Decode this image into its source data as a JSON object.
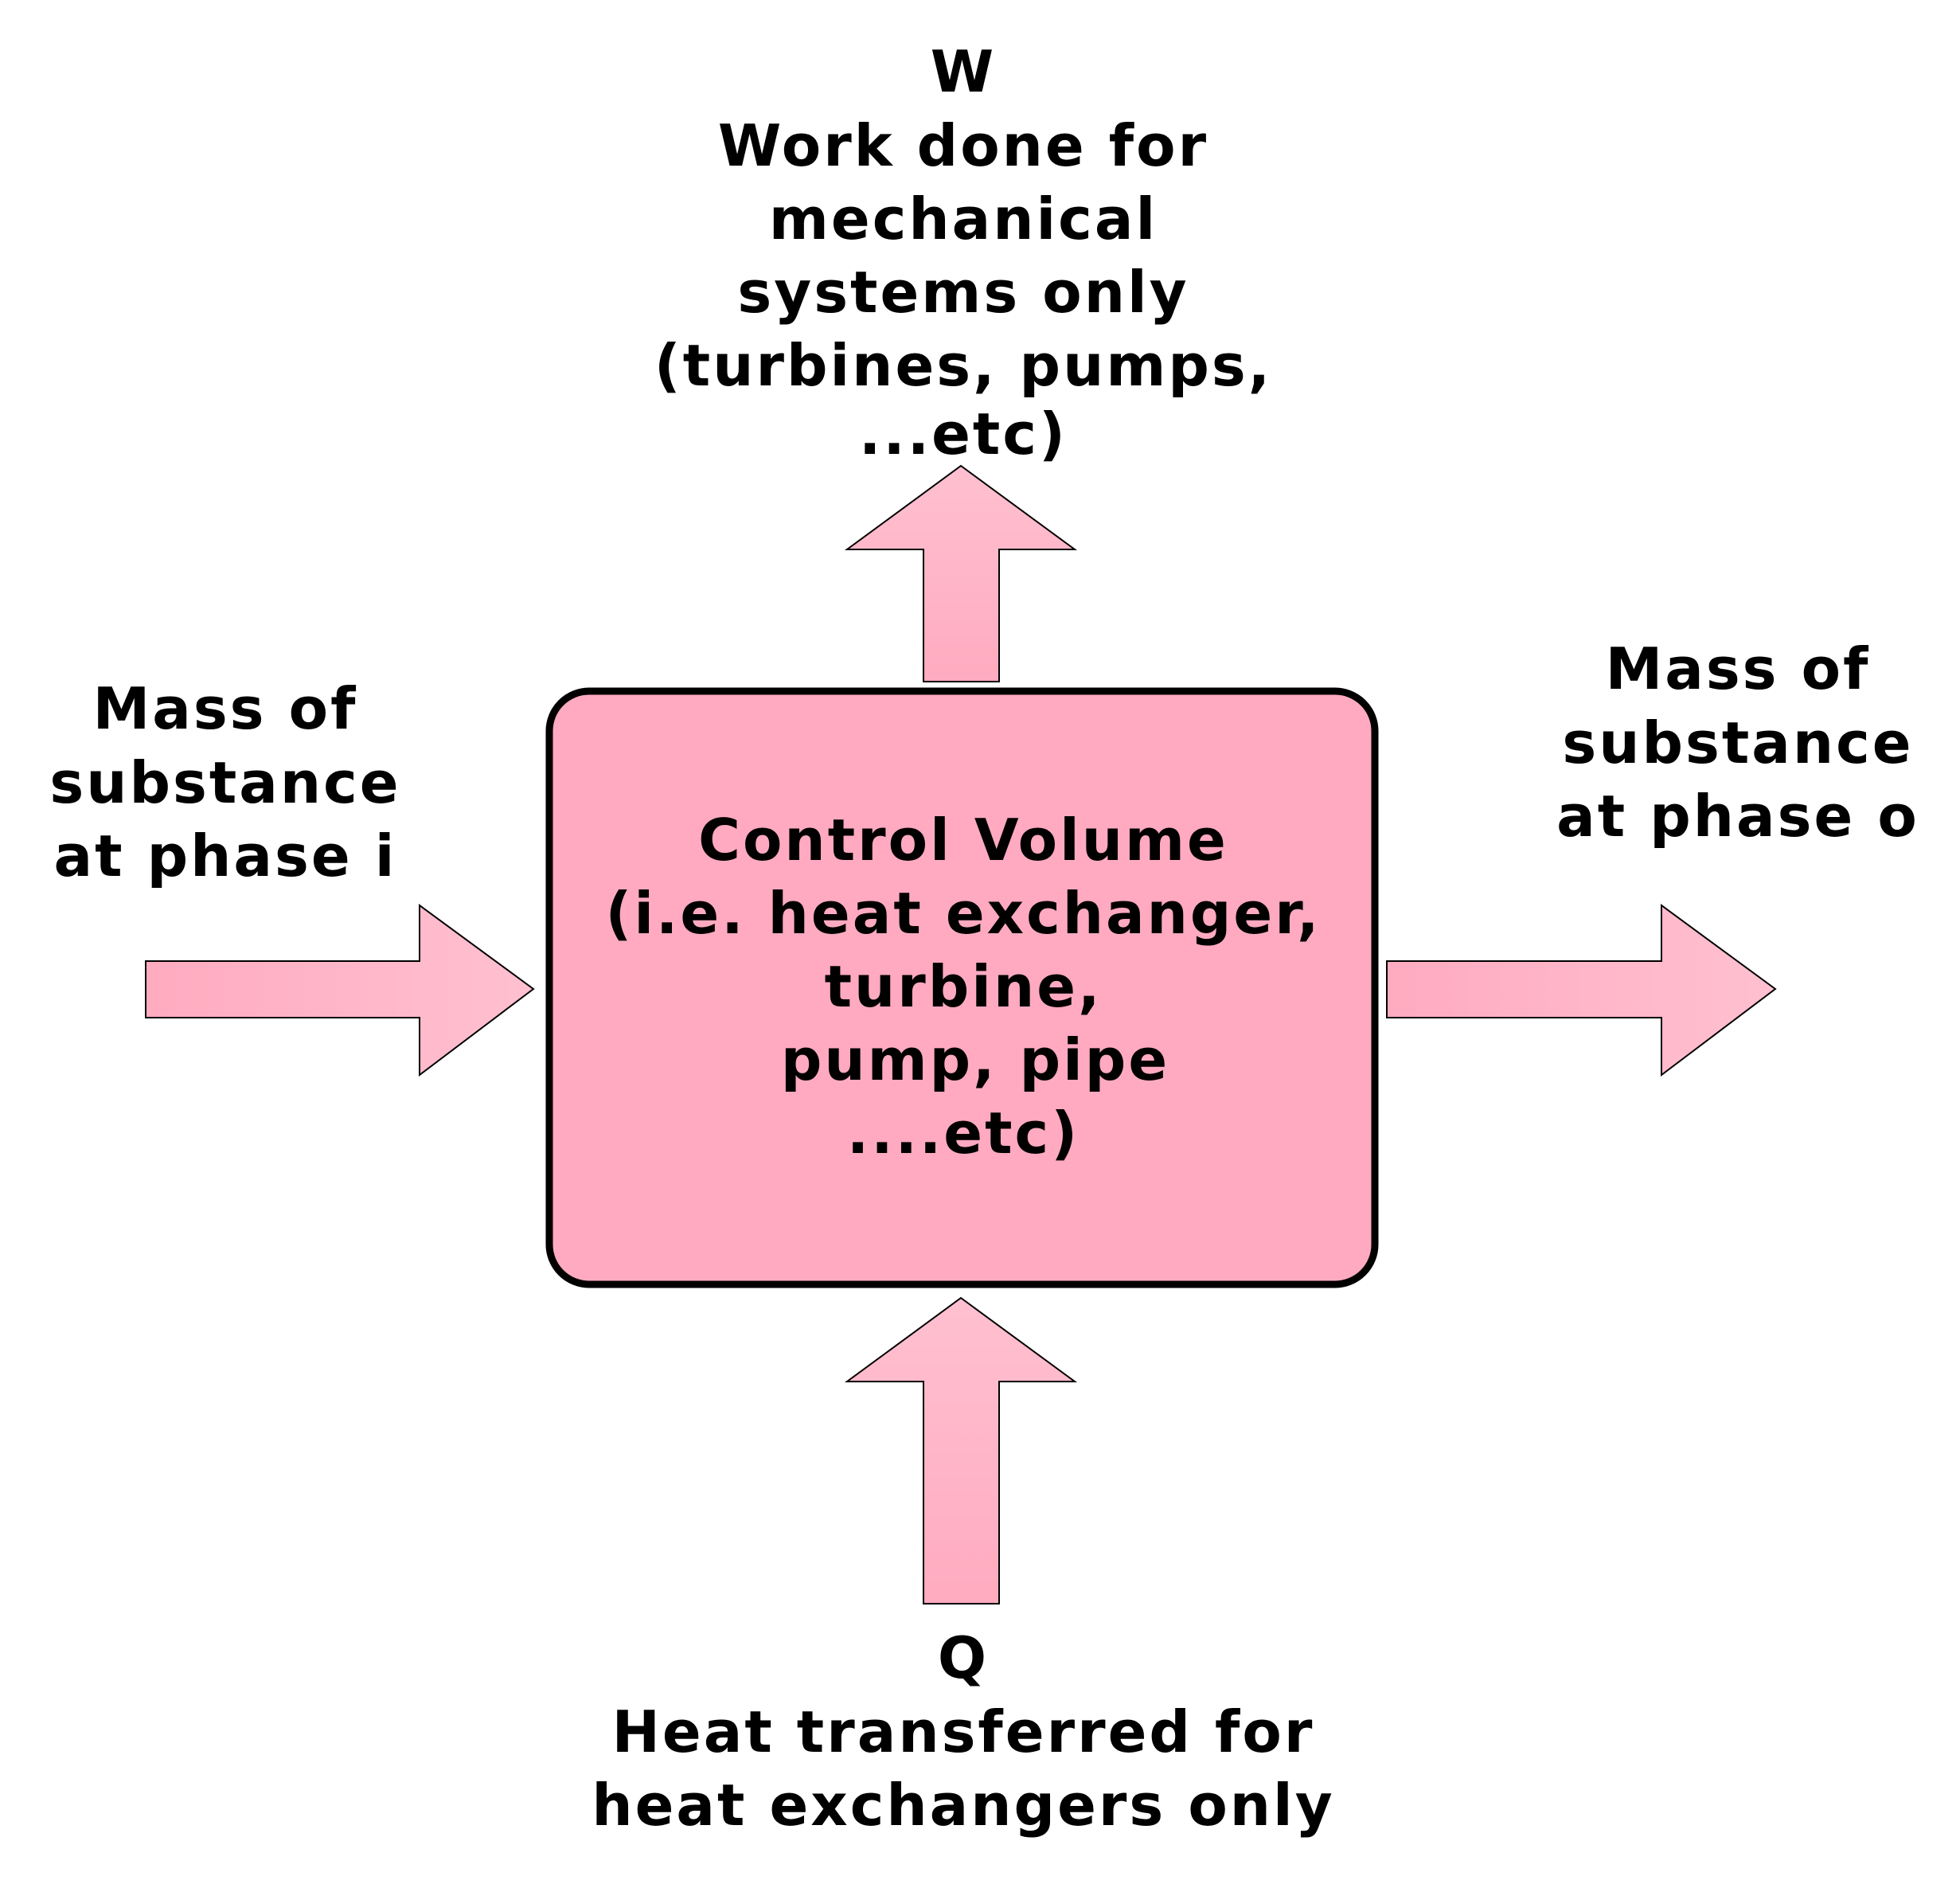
{
  "colors": {
    "box_fill": "#ffaac0",
    "arrow_fill": "#ffb6c8",
    "outline": "#000000",
    "text": "#000000"
  },
  "work": {
    "symbol": "W",
    "lines": [
      "Work done for",
      "mechanical",
      "systems only",
      "(turbines, pumps,",
      "...etc)"
    ]
  },
  "mass_in": {
    "lines": [
      "Mass of",
      "substance",
      "at phase i"
    ]
  },
  "mass_out": {
    "lines": [
      "Mass of",
      "substance",
      "at phase o"
    ]
  },
  "control_volume": {
    "lines": [
      "Control Volume",
      "(i.e. heat exchanger,",
      "turbine,",
      "pump, pipe",
      "....etc)"
    ]
  },
  "heat": {
    "symbol": "Q",
    "lines": [
      "Heat transferred  for",
      "heat exchangers only"
    ]
  }
}
